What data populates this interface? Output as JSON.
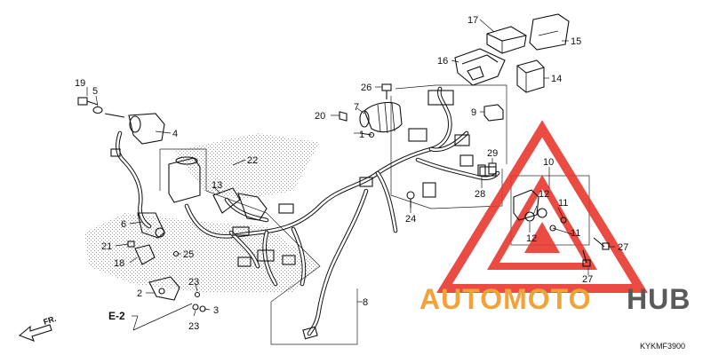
{
  "diagram": {
    "callouts": {
      "c1": "1",
      "c2": "2",
      "c3": "3",
      "c4": "4",
      "c5": "5",
      "c6": "6",
      "c7": "7",
      "c8": "8",
      "c9": "9",
      "c10": "10",
      "c11a": "11",
      "c11b": "11",
      "c12a": "12",
      "c12b": "12",
      "c13": "13",
      "c14": "14",
      "c15": "15",
      "c16": "16",
      "c17": "17",
      "c18": "18",
      "c19": "19",
      "c20": "20",
      "c21": "21",
      "c22": "22",
      "c23a": "23",
      "c23b": "23",
      "c24": "24",
      "c25": "25",
      "c26": "26",
      "c27a": "27",
      "c27b": "27",
      "c28": "28",
      "c29": "29"
    },
    "section_ref": "E-2",
    "front_arrow": "FR.",
    "diagram_code": "KYKMF3900"
  },
  "watermark": {
    "text_a": "AUTOMOTO",
    "text_b": "HUB",
    "color_red": "#e8382f",
    "color_orange": "#f2a23a",
    "color_dark": "#5a5a5a"
  }
}
